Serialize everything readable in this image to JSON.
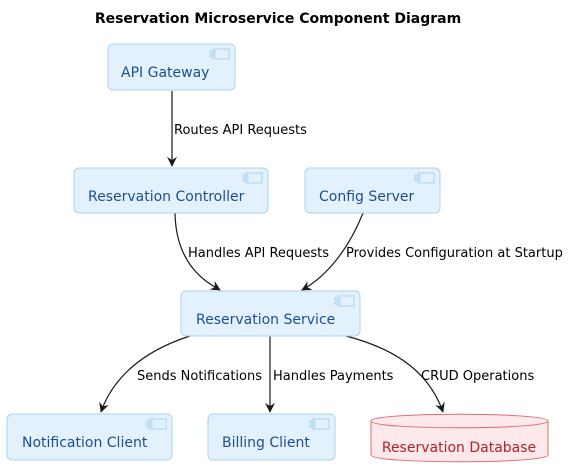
{
  "diagram": {
    "title": "Reservation Microservice Component Diagram",
    "components": {
      "api_gateway": "API Gateway",
      "reservation_controller": "Reservation Controller",
      "config_server": "Config Server",
      "reservation_service": "Reservation Service",
      "notification_client": "Notification Client",
      "billing_client": "Billing Client",
      "reservation_database": "Reservation Database"
    },
    "edges": {
      "gateway_to_controller": "Routes API Requests",
      "controller_to_service": "Handles API Requests",
      "config_to_service": "Provides Configuration at Startup",
      "service_to_notification": "Sends Notifications",
      "service_to_billing": "Handles Payments",
      "service_to_database": "CRUD Operations"
    },
    "colors": {
      "component_fill": "#e3f1fc",
      "component_border": "#a9d2f0",
      "component_text": "#1c4f91",
      "database_fill": "#fde9ea",
      "database_border": "#e06b73",
      "database_text": "#b2222c",
      "arrow": "#1a1a1a"
    }
  }
}
